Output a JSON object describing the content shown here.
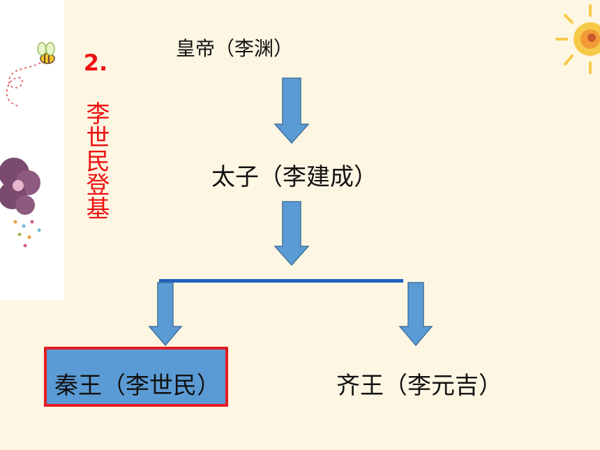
{
  "title": {
    "number": "2.",
    "text": "李世民登基"
  },
  "nodes": {
    "emperor": "皇帝（李渊）",
    "crown_prince": "太子（李建成）",
    "qin": "秦王（李世民）",
    "qi": "齐王（李元吉）"
  },
  "colors": {
    "arrow_fill": "#5b9bd5",
    "arrow_stroke": "#41719c",
    "bar": "#1f5fbf",
    "highlight_border": "#e51c23",
    "highlight_fill": "#5b9bd5",
    "title_text": "#ee1111",
    "background": "#fdf6e3"
  }
}
